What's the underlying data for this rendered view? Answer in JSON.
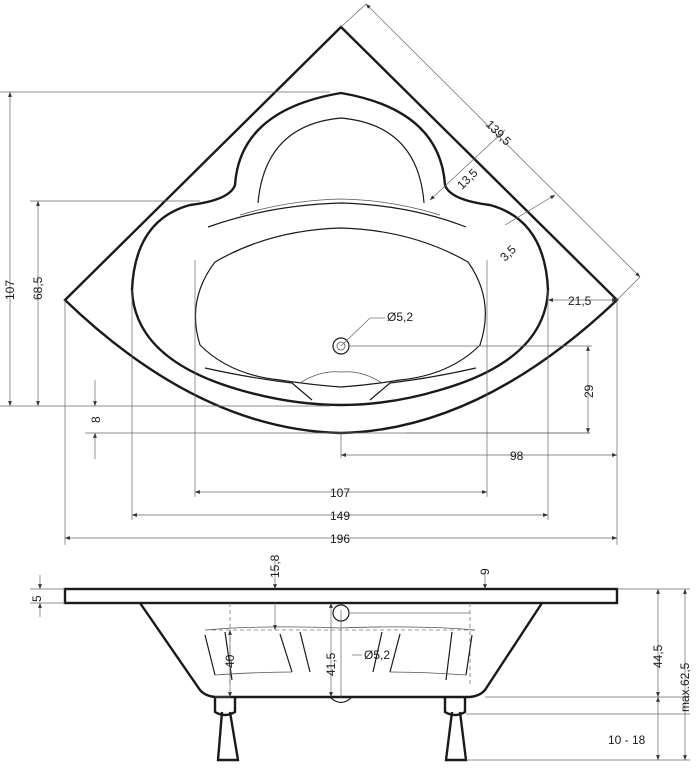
{
  "top_view": {
    "dims": {
      "w196": "196",
      "w149": "149",
      "w107": "107",
      "w98": "98",
      "w21_5": "21,5",
      "h107": "107",
      "h68_5": "68,5",
      "h8": "8",
      "h29": "29",
      "diag139_5": "139,5",
      "r13_5": "13,5",
      "r3_5": "3,5",
      "drain": "Ø5,2"
    }
  },
  "side_view": {
    "dims": {
      "h5": "5",
      "h15_8": "15,8",
      "h9": "9",
      "h40": "40",
      "h41_5": "41,5",
      "drain": "Ø5,2",
      "h44_5": "44,5",
      "max62_5": "max.62,5",
      "legs": "10 - 18"
    }
  }
}
